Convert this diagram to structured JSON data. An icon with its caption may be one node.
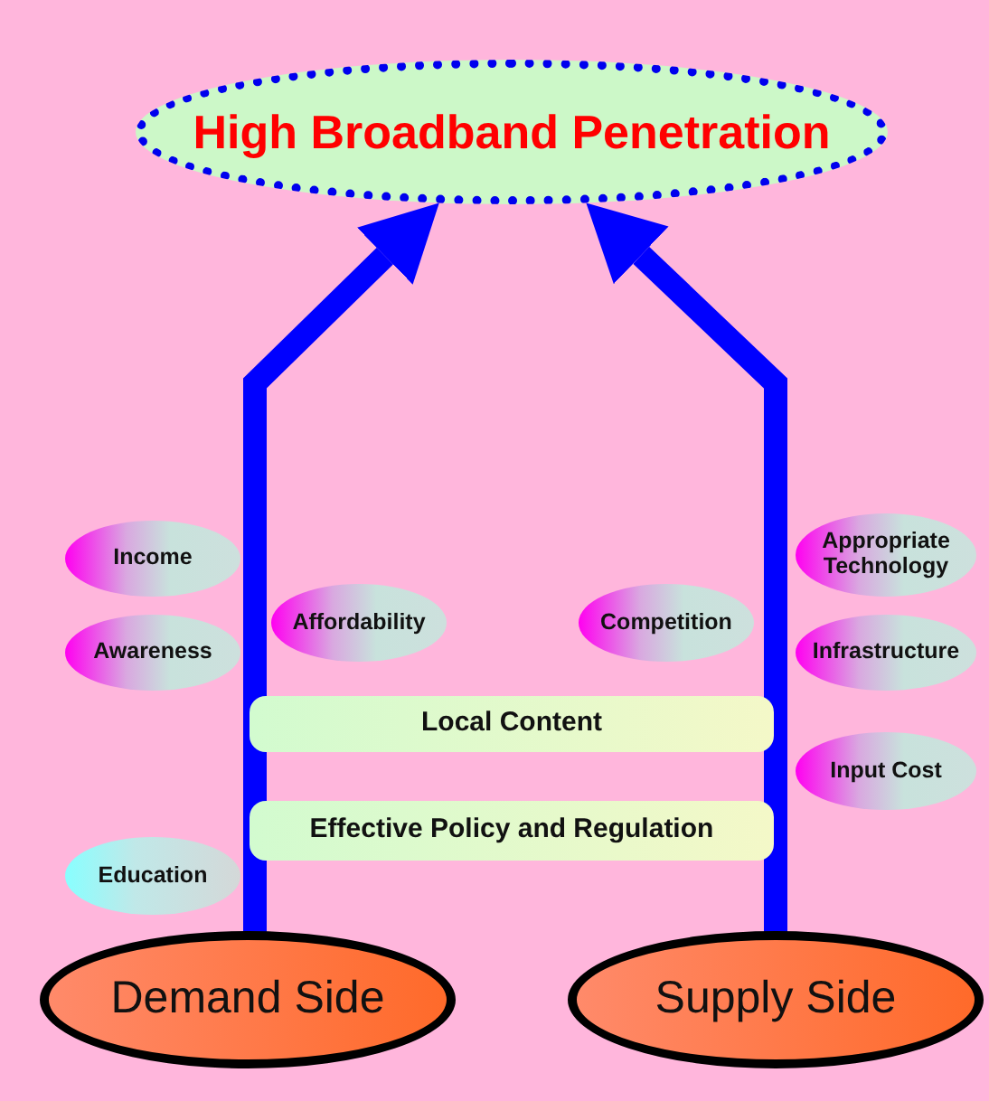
{
  "diagram": {
    "nodes": [
      {
        "text": [
          "High Broadband Penetration"
        ]
      },
      {
        "text": [
          "Income"
        ]
      },
      {
        "text": [
          "Appropriate Technology"
        ]
      },
      {
        "text": [
          "Affordability"
        ]
      },
      {
        "text": [
          "Competition"
        ]
      },
      {
        "text": [
          "Awareness"
        ]
      },
      {
        "text": [
          "Infrastructure"
        ]
      },
      {
        "text": [
          "Local Content"
        ]
      },
      {
        "text": [
          "Input Cost"
        ]
      },
      {
        "text": [
          "Effective Policy and Regulation"
        ]
      },
      {
        "text": [
          "Education"
        ]
      },
      {
        "text": [
          "Demand Side"
        ]
      },
      {
        "text": [
          "Supply Side"
        ]
      }
    ],
    "edges": [
      {
        "from": 11,
        "to": 0,
        "arrow": "to"
      },
      {
        "from": 12,
        "to": 0,
        "arrow": "to"
      }
    ]
  }
}
